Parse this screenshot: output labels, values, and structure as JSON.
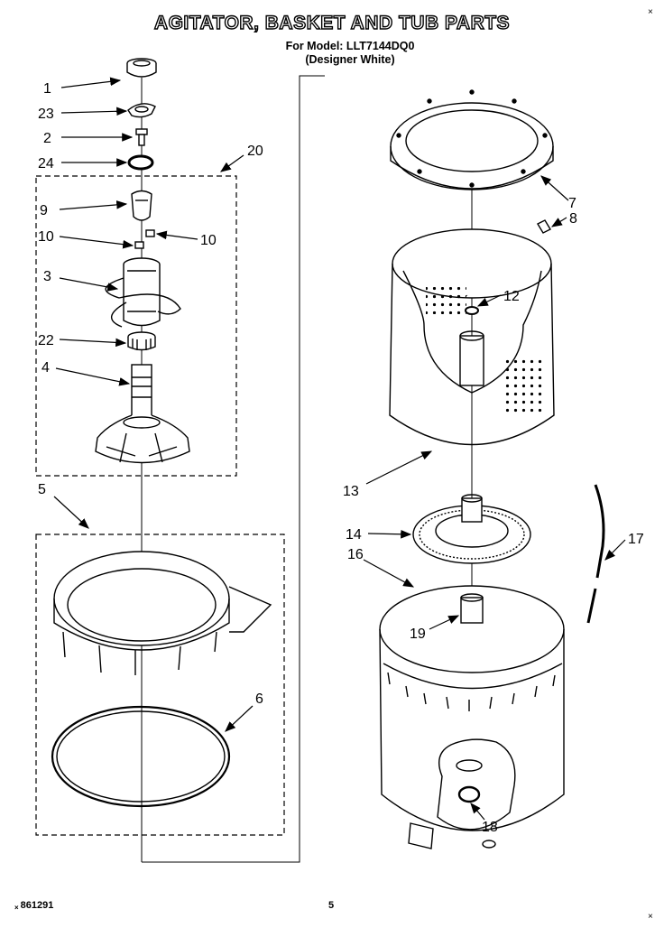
{
  "title": "AGITATOR, BASKET AND TUB PARTS",
  "model_line": "For Model: LLT7144DQ0",
  "color_line": "(Designer White)",
  "footer": {
    "doc_number": "861291",
    "page_number": "5"
  },
  "callouts": [
    "1",
    "23",
    "2",
    "24",
    "20",
    "9",
    "10",
    "10",
    "3",
    "22",
    "4",
    "5",
    "6",
    "7",
    "8",
    "12",
    "13",
    "14",
    "16",
    "17",
    "19",
    "18"
  ]
}
